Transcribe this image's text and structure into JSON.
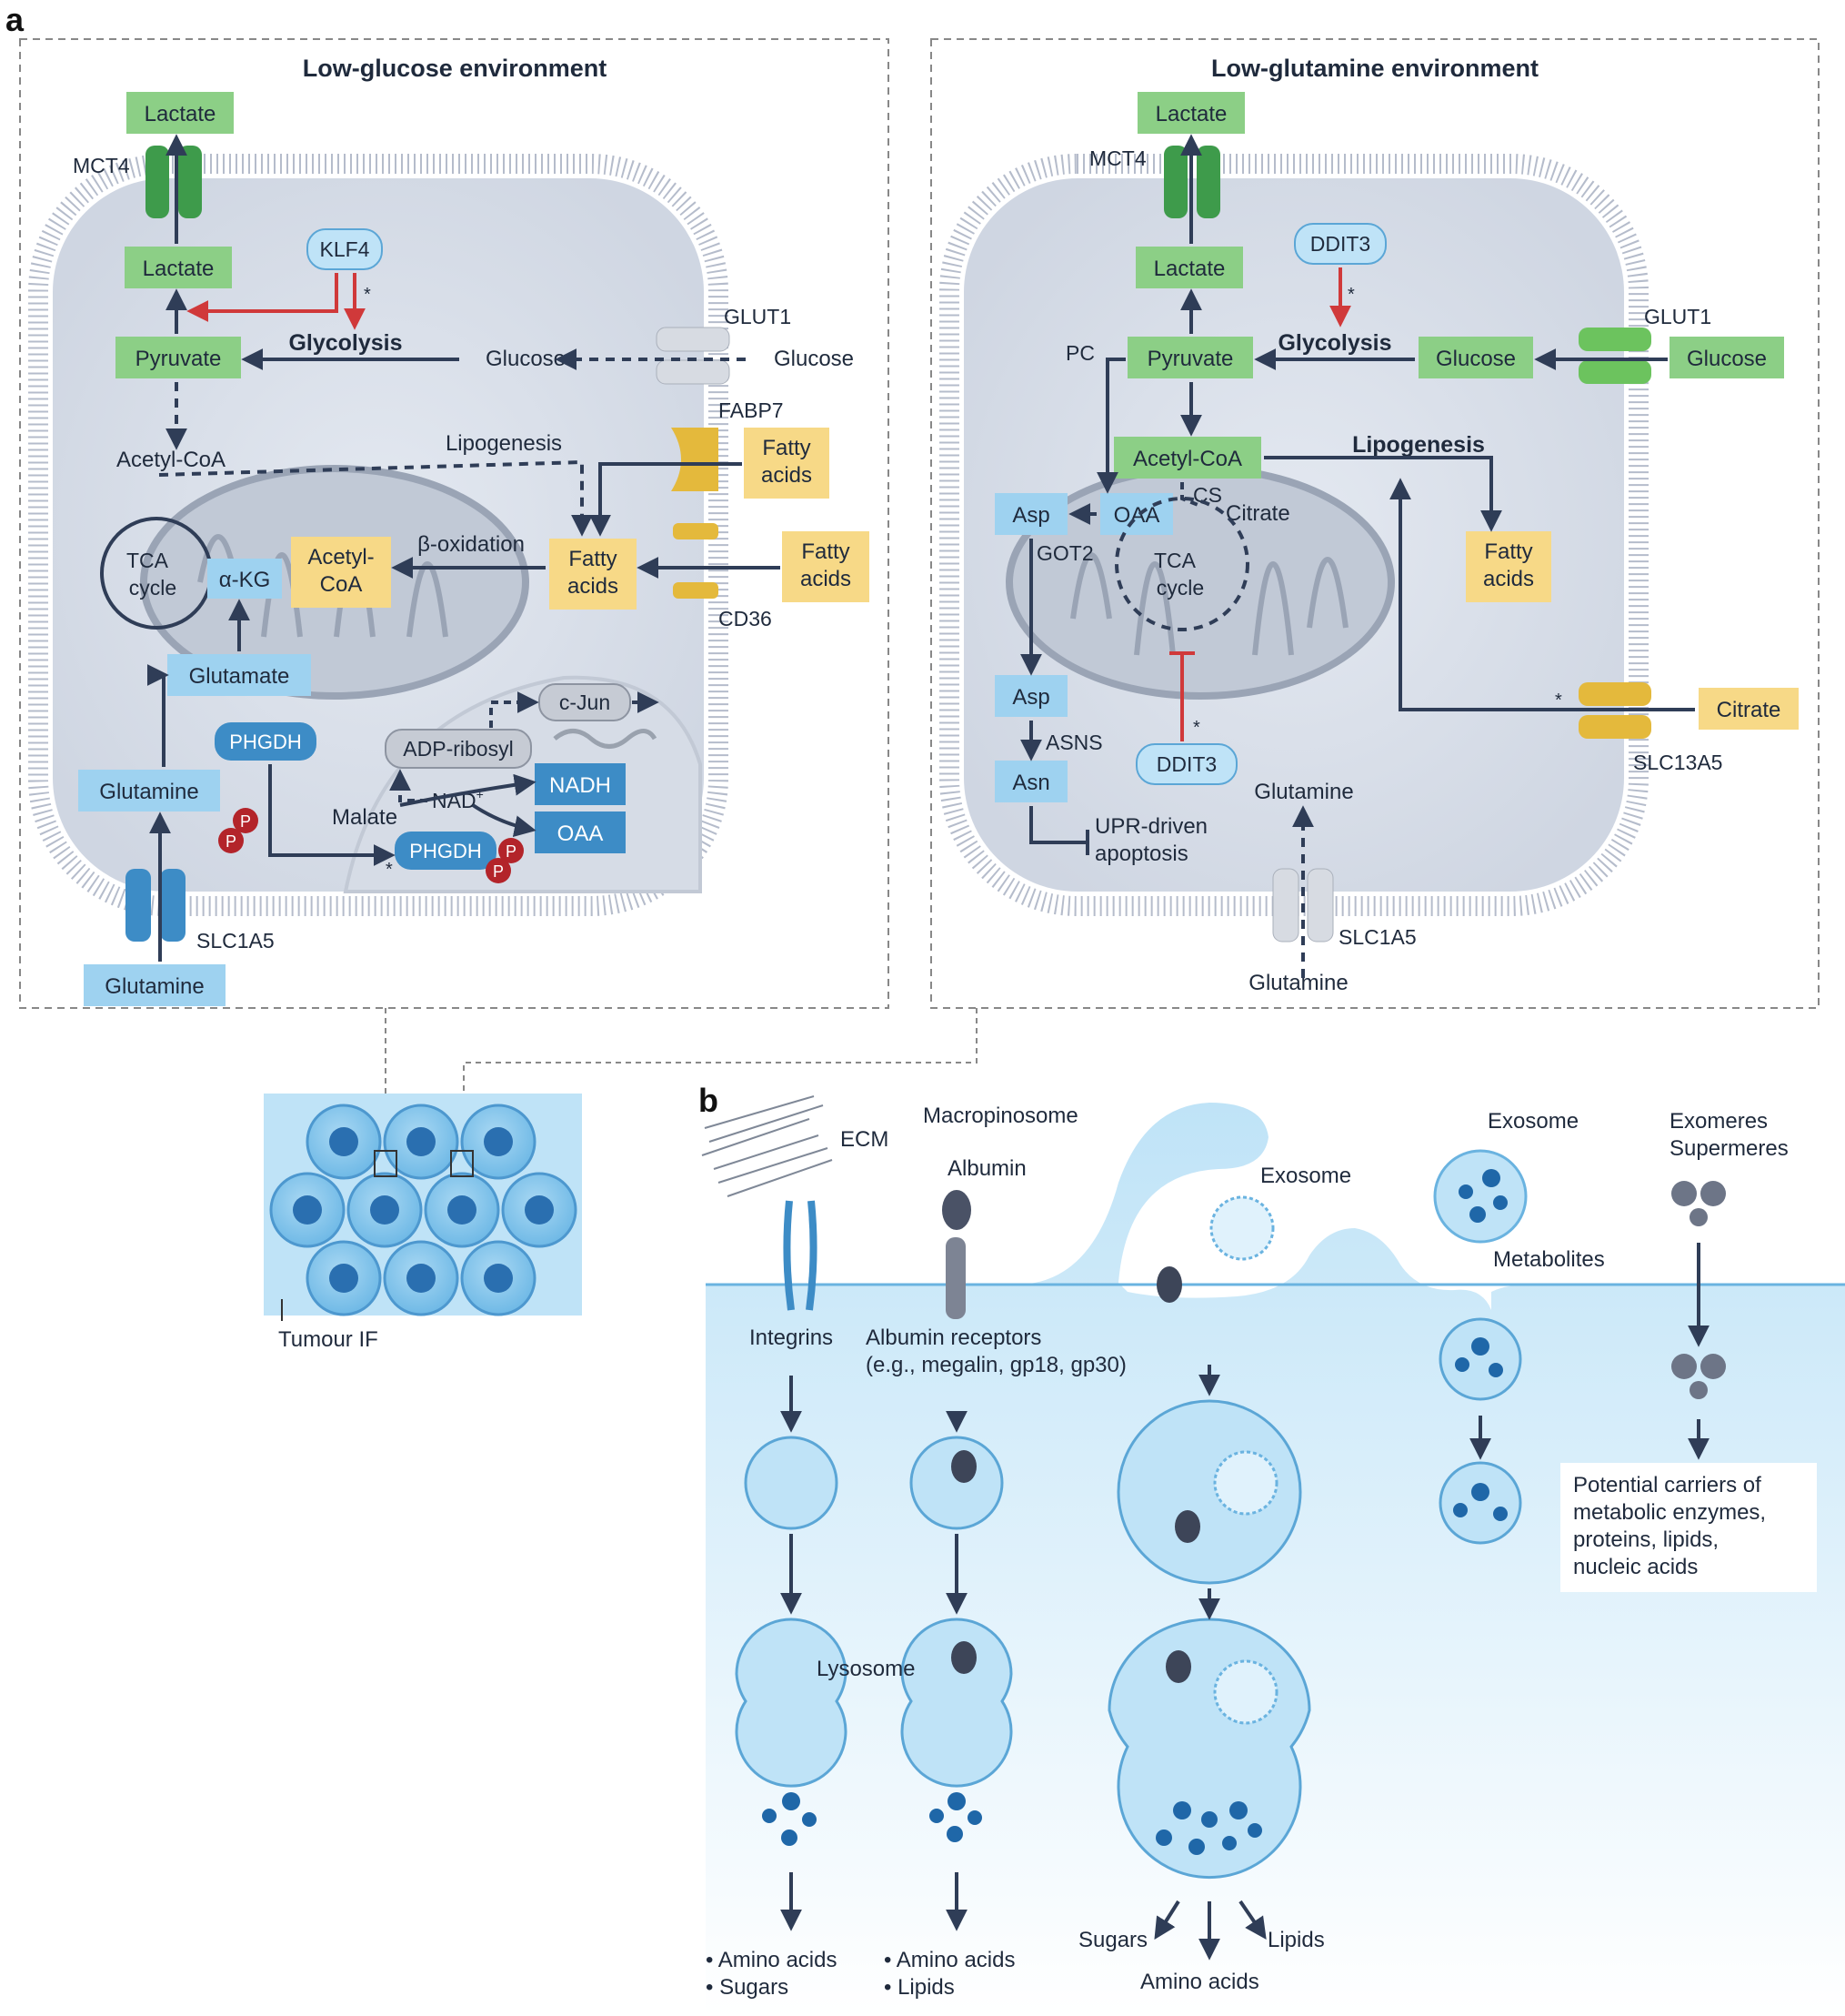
{
  "panel_labels": {
    "a": "a",
    "b": "b"
  },
  "left_cell": {
    "title": "Low-glucose environment",
    "lactate_out": "Lactate",
    "mct4": "MCT4",
    "lactate_in": "Lactate",
    "klf4": "KLF4",
    "asterisk": "*",
    "glycolysis": "Glycolysis",
    "pyruvate": "Pyruvate",
    "glucose_in": "Glucose",
    "glut1": "GLUT1",
    "glucose_out": "Glucose",
    "fabp7": "FABP7",
    "acetyl_coa": "Acetyl-CoA",
    "lipogenesis": "Lipogenesis",
    "fatty_acids_out_1": "Fatty\nacids",
    "tca": "TCA\ncycle",
    "akg": "α-KG",
    "acetyl_coa_box": "Acetyl-\nCoA",
    "beta_oxidation": "β-oxidation",
    "fatty_acids_in": "Fatty\nacids",
    "fatty_acids_out_2": "Fatty\nacids",
    "cd36": "CD36",
    "glutamate": "Glutamate",
    "phgdh": "PHGDH",
    "c_jun": "c-Jun",
    "adp_ribosyl": "ADP-ribosyl",
    "glutamine_in": "Glutamine",
    "nad": "NAD",
    "nad_sup": "+",
    "nadh": "NADH",
    "malate": "Malate",
    "phgdh_p": "PHGDH",
    "oaa": "OAA",
    "p": "P",
    "slc1a5": "SLC1A5",
    "glutamine_out": "Glutamine"
  },
  "right_cell": {
    "title": "Low-glutamine environment",
    "lactate_out": "Lactate",
    "mct4": "MCT4",
    "ddit3_top": "DDIT3",
    "lactate_in": "Lactate",
    "glut1": "GLUT1",
    "pc": "PC",
    "pyruvate": "Pyruvate",
    "glycolysis": "Glycolysis",
    "glucose_in": "Glucose",
    "glucose_out": "Glucose",
    "acetyl_coa": "Acetyl-CoA",
    "lipogenesis": "Lipogenesis",
    "asp": "Asp",
    "oaa": "OAA",
    "cs": "CS",
    "citrate_in": "Citrate",
    "got2": "GOT2",
    "tca": "TCA\ncycle",
    "fatty_acids": "Fatty\nacids",
    "asp2": "Asp",
    "citrate_out": "Citrate",
    "asns": "ASNS",
    "ddit3_bottom": "DDIT3",
    "slc13a5": "SLC13A5",
    "asn": "Asn",
    "glutamine_in": "Glutamine",
    "upr": "UPR-driven\napoptosis",
    "slc1a5": "SLC1A5",
    "glutamine_out": "Glutamine",
    "asterisk": "*"
  },
  "tumour": {
    "label": "Tumour IF"
  },
  "panel_b": {
    "ecm": "ECM",
    "macropinosome": "Macropinosome",
    "albumin": "Albumin",
    "exosome_1": "Exosome",
    "exosome_2": "Exosome",
    "exomeres": "Exomeres\nSupermeres",
    "metabolites": "Metabolites",
    "integrins": "Integrins",
    "albumin_receptors": "Albumin receptors\n(e.g., megalin, gp18, gp30)",
    "lysosome": "Lysosome",
    "carriers": "Potential carriers of\nmetabolic enzymes,\nproteins, lipids,\nnucleic acids",
    "out1": "• Amino acids\n• Sugars",
    "out2": "• Amino acids\n• Lipids",
    "sugars": "Sugars",
    "lipids": "Lipids",
    "amino_acids": "Amino acids"
  }
}
